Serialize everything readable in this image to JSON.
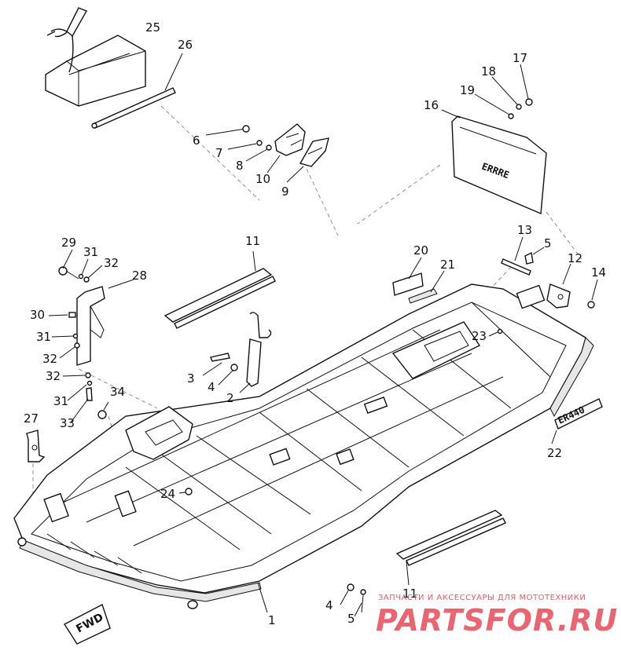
{
  "callouts": {
    "c1": "1",
    "c2": "2",
    "c3": "3",
    "c4a": "4",
    "c4b": "4",
    "c5a": "5",
    "c5b": "5",
    "c6": "6",
    "c7": "7",
    "c8": "8",
    "c9": "9",
    "c10": "10",
    "c11a": "11",
    "c11b": "11",
    "c12": "12",
    "c13": "13",
    "c14": "14",
    "c16": "16",
    "c17": "17",
    "c18": "18",
    "c19": "19",
    "c20": "20",
    "c21": "21",
    "c22": "22",
    "c23": "23",
    "c24": "24",
    "c25": "25",
    "c26": "26",
    "c27": "27",
    "c28": "28",
    "c29": "29",
    "c30": "30",
    "c31a": "31",
    "c31b": "31",
    "c31c": "31",
    "c32a": "32",
    "c32b": "32",
    "c32c": "32",
    "c33": "33",
    "c34": "34"
  },
  "decal_text": "ER440",
  "fwd_label": "FWD",
  "watermark": {
    "tagline": "ЗАПЧАСТИ И АКСЕССУАРЫ ДЛЯ МОТОТЕХНИКИ",
    "logo": "PARTSFOR.RU"
  }
}
